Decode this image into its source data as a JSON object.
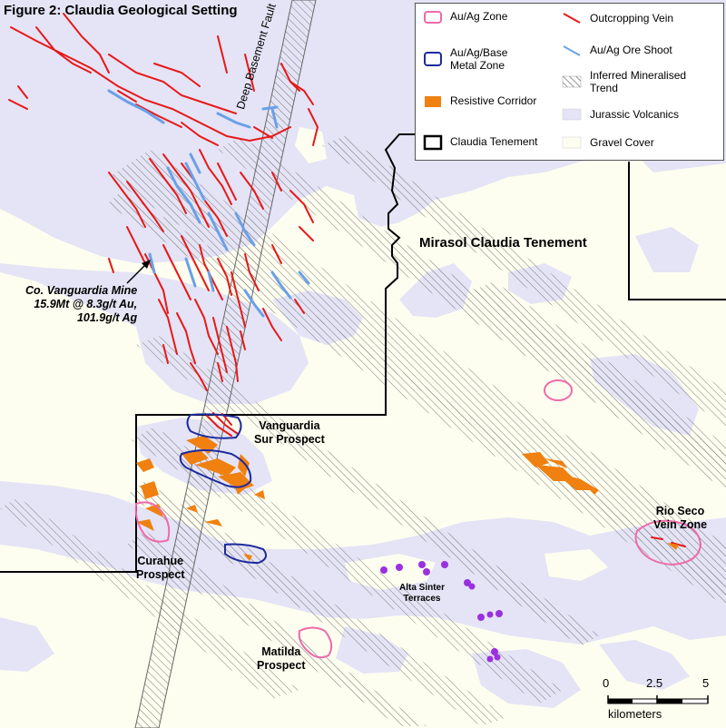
{
  "title": "Figure 2: Claudia Geological Setting",
  "tenement_label": "Mirasol Claudia Tenement",
  "fault_label": "Deep Basement Fault",
  "mine_label": {
    "line1": "Co. Vanguardia Mine",
    "line2": "15.9Mt @ 8.3g/t Au,",
    "line3": "101.9g/t Ag"
  },
  "prospects": {
    "vanguardia_sur": {
      "line1": "Vanguardia",
      "line2": "Sur Prospect"
    },
    "curahue": {
      "line1": "Curahue",
      "line2": "Prospect"
    },
    "rio_seco": {
      "line1": "Rio Seco",
      "line2": "Vein Zone"
    },
    "alta_sinter": {
      "line1": "Alta Sinter",
      "line2": "Terraces"
    },
    "matilda": {
      "line1": "Matilda",
      "line2": "Prospect"
    }
  },
  "legend": {
    "au_ag_zone": "Au/Ag Zone",
    "base_metal_zone_l1": "Au/Ag/Base",
    "base_metal_zone_l2": "Metal Zone",
    "resistive_corridor": "Resistive Corridor",
    "claudia_tenement": "Claudia Tenement",
    "outcropping_vein": "Outcropping Vein",
    "ore_shoot": "Au/Ag Ore Shoot",
    "inferred_trend_l1": "Inferred Mineralised",
    "inferred_trend_l2": "Trend",
    "jurassic_volcanics": "Jurassic Volcanics",
    "gravel_cover": "Gravel Cover"
  },
  "scale": {
    "ticks": [
      "0",
      "2.5",
      "5"
    ],
    "unit": "kilometers"
  },
  "colors": {
    "gravel": "#fefef0",
    "volcanics": "#e4e4f6",
    "vein": "#e81818",
    "ore_shoot": "#6aa0e8",
    "resistive": "#f08010",
    "au_ag_zone": "#ee6aa8",
    "base_metal_zone": "#1e2a9c",
    "sinter": "#9a30e0",
    "tenement": "#000000"
  }
}
